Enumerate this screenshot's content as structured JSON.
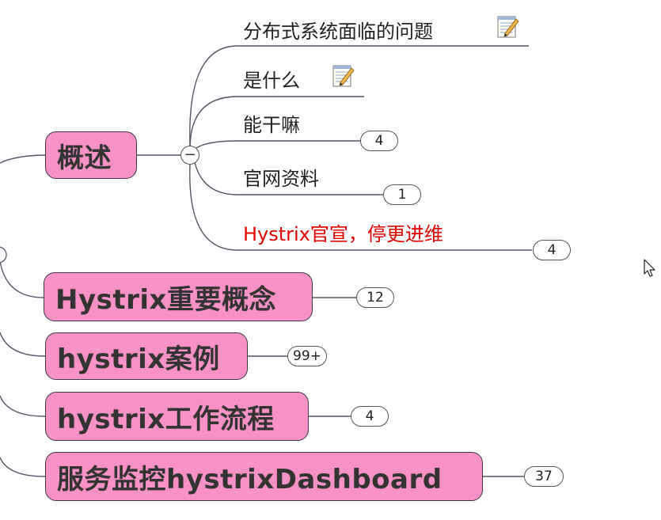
{
  "topics": [
    {
      "label": "概述"
    },
    {
      "label": "Hystrix重要概念",
      "badge": "12"
    },
    {
      "label": "hystrix案例",
      "badge": "99+"
    },
    {
      "label": "hystrix工作流程",
      "badge": "4"
    },
    {
      "label": "服务监控hystrixDashboard",
      "badge": "37"
    }
  ],
  "subtopics": [
    {
      "label": "分布式系统面临的问题",
      "icon": "note-icon"
    },
    {
      "label": "是什么",
      "icon": "note-icon"
    },
    {
      "label": "能干嘛",
      "badge": "4"
    },
    {
      "label": "官网资料",
      "badge": "1"
    },
    {
      "label": "Hystrix官宣，停更进维",
      "badge": "4",
      "color": "#e00000"
    }
  ],
  "collapse_symbol": "−",
  "colors": {
    "topic_fill": "#f891c6",
    "topic_border": "#3a3a4a",
    "line": "#555566",
    "highlight_text": "#e00000"
  }
}
